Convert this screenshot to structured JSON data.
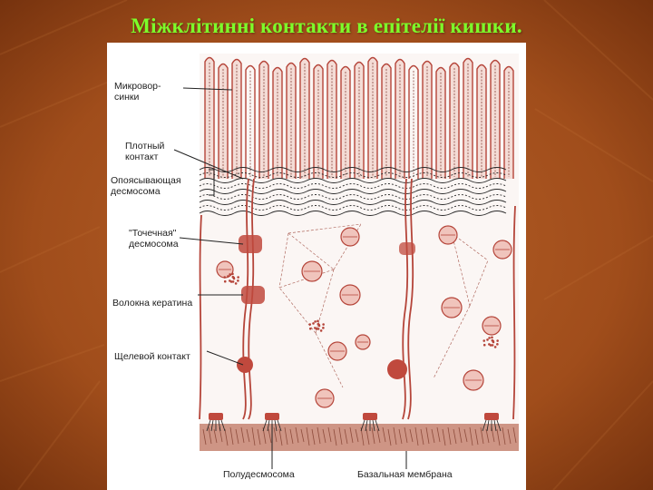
{
  "slide": {
    "title": "Міжклітинні контакти в епітелії кишки.",
    "background_color": "#a8521c",
    "title_color": "#7dff2a"
  },
  "figure": {
    "labels": {
      "microvilli_line1": "Микровор-",
      "microvilli_line2": "синки",
      "tight_line1": "Плотный",
      "tight_line2": "контакт",
      "belt_line1": "Опоясывающая",
      "belt_line2": "десмосома",
      "spot_line1": "\"Точечная\"",
      "spot_line2": "десмосома",
      "keratin": "Волокна кератина",
      "gap": "Щелевой контакт",
      "hemidesmosome": "Полудесмосома",
      "basal": "Базальная мембрана"
    },
    "colors": {
      "membrane": "#b5453a",
      "filament": "#2a2a2a",
      "basal": "#c98a78"
    }
  }
}
